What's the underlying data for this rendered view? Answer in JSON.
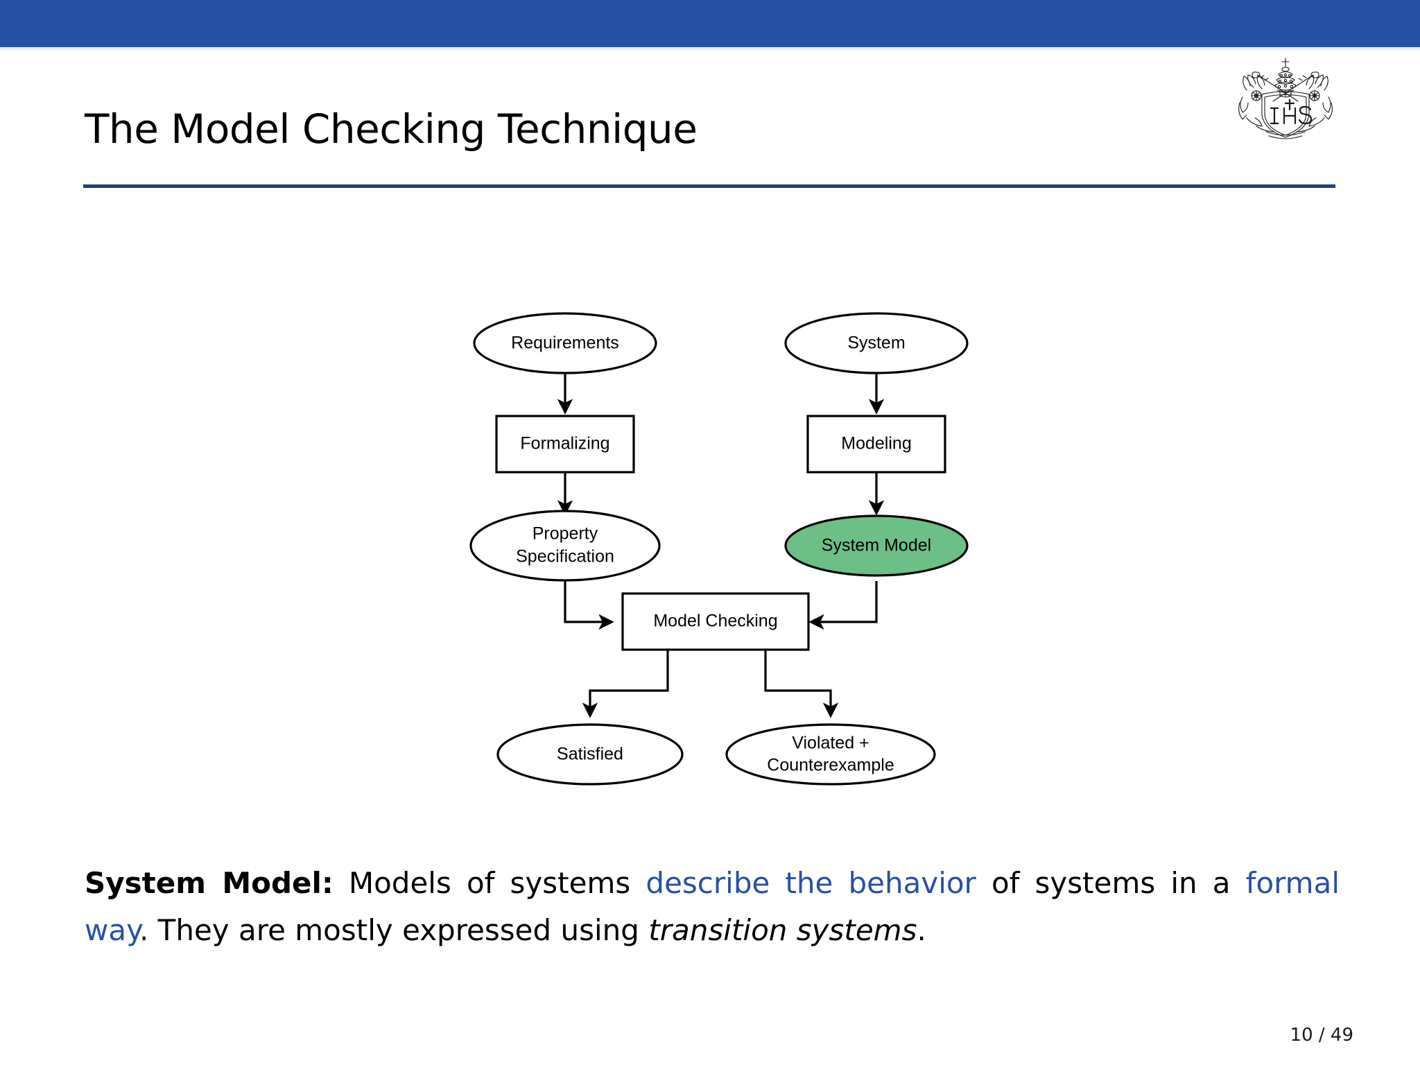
{
  "slide": {
    "title": "The Model Checking Technique",
    "page_label": "10 / 49",
    "accent_color": "#2750a3",
    "rule_color": "#1f3f7a",
    "top_bar_color": "#2750a3",
    "highlight_fill": "#6cbf85"
  },
  "logo": {
    "name": "ihs-coat-of-arms",
    "letters": "IHS"
  },
  "diagram": {
    "type": "flowchart",
    "nodes": [
      {
        "id": "requirements",
        "shape": "ellipse",
        "label": "Requirements",
        "fill": "#ffffff"
      },
      {
        "id": "system",
        "shape": "ellipse",
        "label": "System",
        "fill": "#ffffff"
      },
      {
        "id": "formalizing",
        "shape": "rect",
        "label": "Formalizing",
        "fill": "#ffffff"
      },
      {
        "id": "modeling",
        "shape": "rect",
        "label": "Modeling",
        "fill": "#ffffff"
      },
      {
        "id": "property-spec",
        "shape": "ellipse",
        "label_line1": "Property",
        "label_line2": "Specification",
        "fill": "#ffffff"
      },
      {
        "id": "system-model",
        "shape": "ellipse",
        "label": "System Model",
        "fill": "#6cbf85"
      },
      {
        "id": "model-checking",
        "shape": "rect",
        "label": "Model Checking",
        "fill": "#ffffff"
      },
      {
        "id": "satisfied",
        "shape": "ellipse",
        "label": "Satisfied",
        "fill": "#ffffff"
      },
      {
        "id": "violated",
        "shape": "ellipse",
        "label_line1": "Violated +",
        "label_line2": "Counterexample",
        "fill": "#ffffff"
      }
    ],
    "edges": [
      {
        "from": "requirements",
        "to": "formalizing"
      },
      {
        "from": "formalizing",
        "to": "property-spec"
      },
      {
        "from": "system",
        "to": "modeling"
      },
      {
        "from": "modeling",
        "to": "system-model"
      },
      {
        "from": "property-spec",
        "to": "model-checking"
      },
      {
        "from": "system-model",
        "to": "model-checking"
      },
      {
        "from": "model-checking",
        "to": "satisfied"
      },
      {
        "from": "model-checking",
        "to": "violated"
      }
    ]
  },
  "body": {
    "lead": "System Model:",
    "seg1": " Models of systems ",
    "hl1": "describe the behavior",
    "seg2": " of systems in a ",
    "hl2": "formal way",
    "seg3": ". They are mostly expressed using ",
    "em1": "transition systems",
    "seg4": "."
  }
}
